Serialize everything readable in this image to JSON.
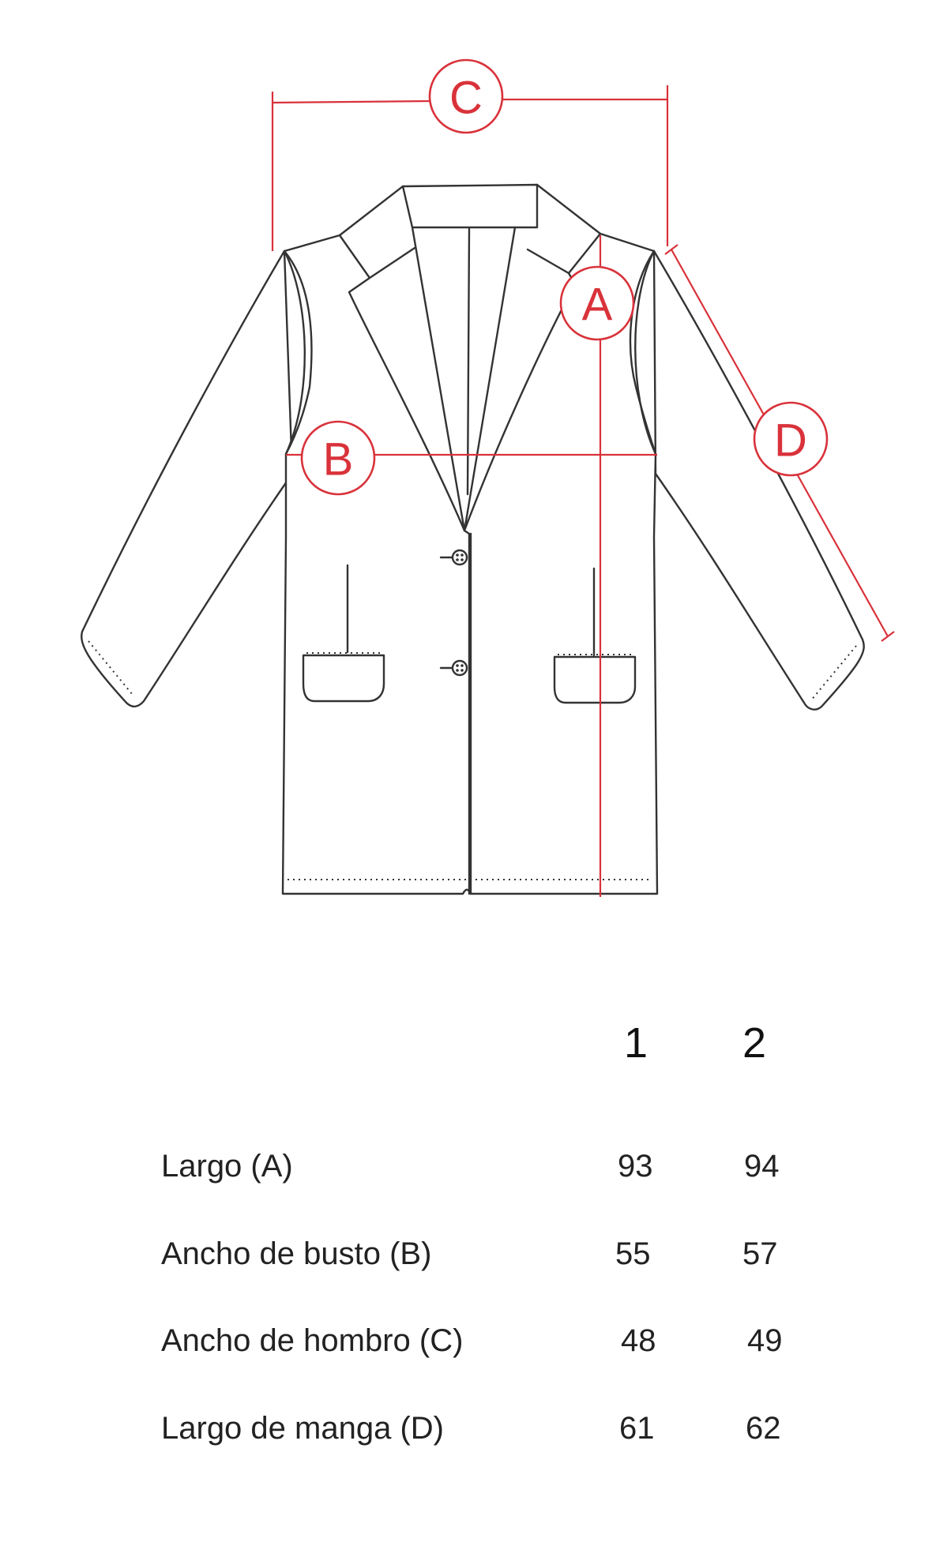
{
  "diagram": {
    "markers": {
      "a": "A",
      "b": "B",
      "c": "C",
      "d": "D"
    },
    "accent_color": "#d9323a",
    "line_color": "#333333"
  },
  "table": {
    "columns": [
      "1",
      "2"
    ],
    "rows": [
      {
        "label": "Largo (A)",
        "values": [
          "93",
          "94"
        ]
      },
      {
        "label": "Ancho de busto (B)",
        "values": [
          "55",
          "57"
        ]
      },
      {
        "label": "Ancho de hombro (C)",
        "values": [
          "48",
          "49"
        ]
      },
      {
        "label": "Largo de manga (D)",
        "values": [
          "61",
          "62"
        ]
      }
    ]
  }
}
